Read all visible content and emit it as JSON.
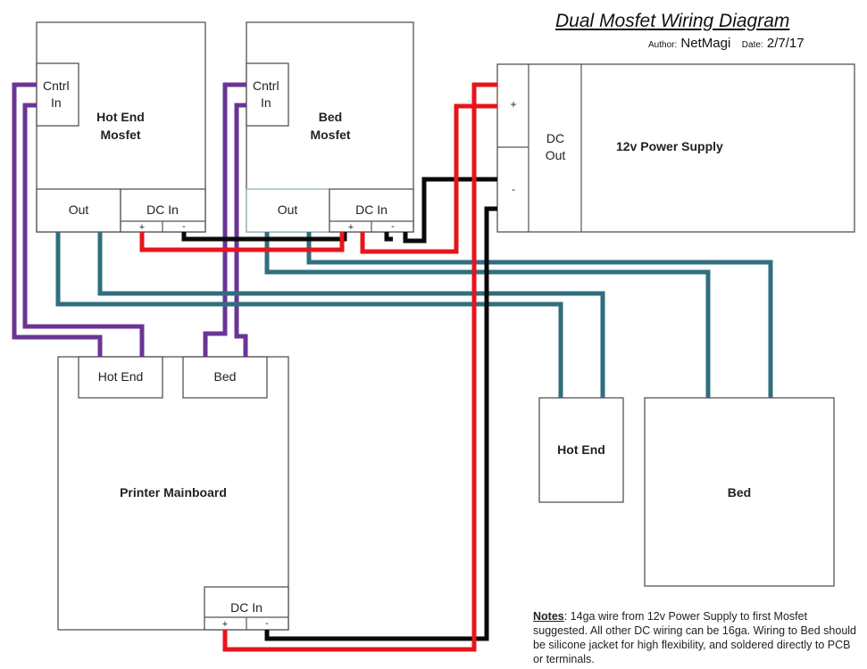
{
  "header": {
    "title": "Dual Mosfet Wiring Diagram",
    "author_label": "Author:",
    "author": "NetMagi",
    "date_label": "Date:",
    "date": "2/7/17"
  },
  "components": {
    "hotend_mosfet": {
      "title_line1": "Hot End",
      "title_line2": "Mosfet",
      "cntrl_line1": "Cntrl",
      "cntrl_line2": "In",
      "out": "Out",
      "dc_in": "DC In",
      "plus": "+",
      "minus": "-"
    },
    "bed_mosfet": {
      "title_line1": "Bed",
      "title_line2": "Mosfet",
      "cntrl_line1": "Cntrl",
      "cntrl_line2": "In",
      "out": "Out",
      "dc_in": "DC In",
      "plus": "+",
      "minus": "-"
    },
    "power_supply": {
      "title": "12v Power Supply",
      "dc_out_line1": "DC",
      "dc_out_line2": "Out",
      "plus": "+",
      "minus": "-"
    },
    "mainboard": {
      "title": "Printer Mainboard",
      "hotend_port": "Hot End",
      "bed_port": "Bed",
      "dc_in": "DC In",
      "plus": "+",
      "minus": "-"
    },
    "hotend": {
      "title": "Hot End"
    },
    "bed": {
      "title": "Bed"
    }
  },
  "wire_colors": {
    "positive": "#e8141b",
    "negative": "#0a0a0a",
    "control": "#6a3596",
    "output": "#2f6f7c"
  },
  "notes": {
    "label": "Notes",
    "text": ":  14ga wire from 12v Power Supply to first Mosfet suggested.  All other DC wiring can be 16ga. Wiring to Bed should be silicone jacket for high flexibility, and soldered directly to PCB or terminals."
  }
}
